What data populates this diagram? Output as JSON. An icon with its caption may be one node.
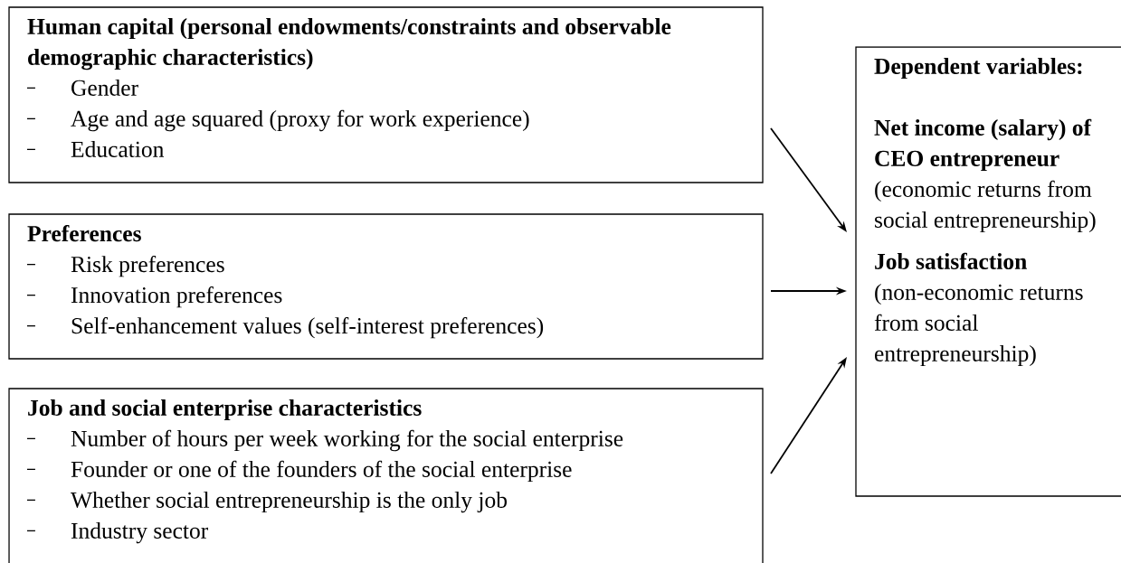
{
  "diagram": {
    "nodes": [
      {
        "text": [
          "Human capital (personal endowments/constraints and observable demographic characteristics)",
          "Gender",
          "Age and age squared (proxy for work experience)",
          "Education"
        ]
      },
      {
        "text": [
          "Preferences",
          "Risk preferences",
          "Innovation preferences",
          "Self-enhancement values (self-interest preferences)"
        ]
      },
      {
        "text": [
          "Job and social enterprise characteristics",
          "Number of hours per week working for the social enterprise",
          "Founder or one of the founders of the social enterprise",
          "Whether social entrepreneurship is the only job",
          "Industry sector"
        ]
      },
      {
        "text": [
          "Dependent variables:",
          "Net income (salary) of CEO entrepreneur",
          "(economic returns from social entrepreneurship)",
          "Job satisfaction",
          "(non-economic returns from social entrepreneurship)"
        ]
      }
    ],
    "edges": [
      {
        "from": 0,
        "to": 3,
        "arrow": "to"
      },
      {
        "from": 1,
        "to": 3,
        "arrow": "to"
      },
      {
        "from": 2,
        "to": 3,
        "arrow": "to"
      }
    ]
  }
}
